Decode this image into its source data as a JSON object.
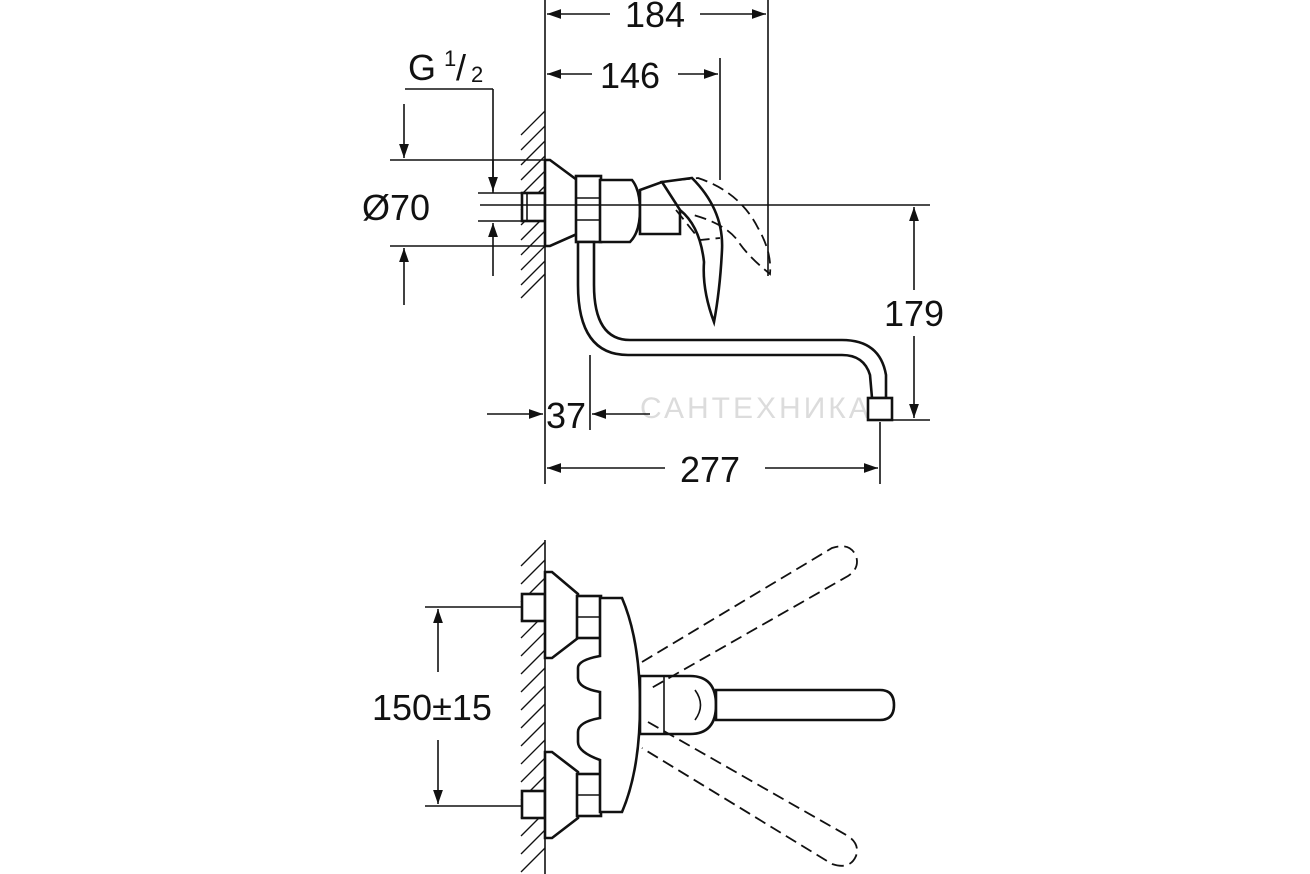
{
  "dimensions": {
    "total_depth": "184",
    "handle_depth": "146",
    "thread_prefix": "G",
    "thread_num": "1",
    "thread_den": "2",
    "escutcheon_diameter": "Ø70",
    "spout_height": "179",
    "wall_to_spout_axis": "37",
    "spout_reach": "277",
    "center_distance": "150±15"
  },
  "watermark": "САНТЕХНИКА",
  "colors": {
    "line": "#111111",
    "background": "#ffffff",
    "watermark": "#dcdcdc"
  }
}
